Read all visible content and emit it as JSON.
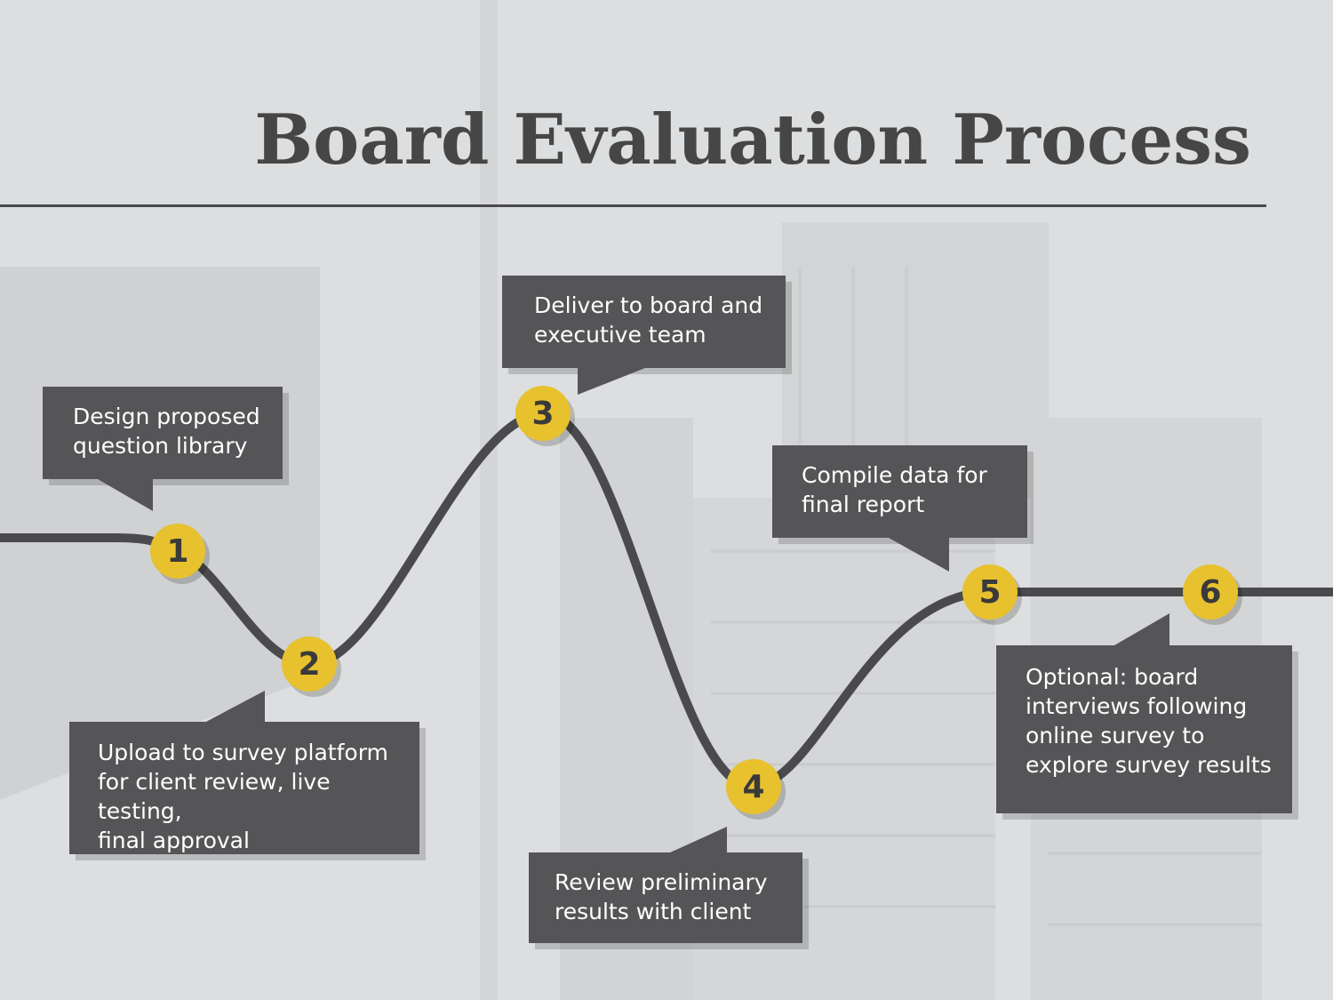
{
  "title": "Board Evaluation Process",
  "colors": {
    "background": "#dcdedf",
    "title": "#464646",
    "rule": "#4a4a4c",
    "curve": "#4a4a4c",
    "node": "#e8c12e",
    "callout": "#555557",
    "callout_text": "#ffffff"
  },
  "steps": [
    {
      "number": "1",
      "text": "Design proposed\nquestion library"
    },
    {
      "number": "2",
      "text": "Upload to survey platform\nfor client review, live testing,\nfinal approval"
    },
    {
      "number": "3",
      "text": "Deliver to board and\nexecutive team"
    },
    {
      "number": "4",
      "text": "Review preliminary\nresults with client"
    },
    {
      "number": "5",
      "text": "Compile data for\nfinal report"
    },
    {
      "number": "6",
      "text": "Optional: board\ninterviews following\nonline survey to\nexplore survey results"
    }
  ]
}
